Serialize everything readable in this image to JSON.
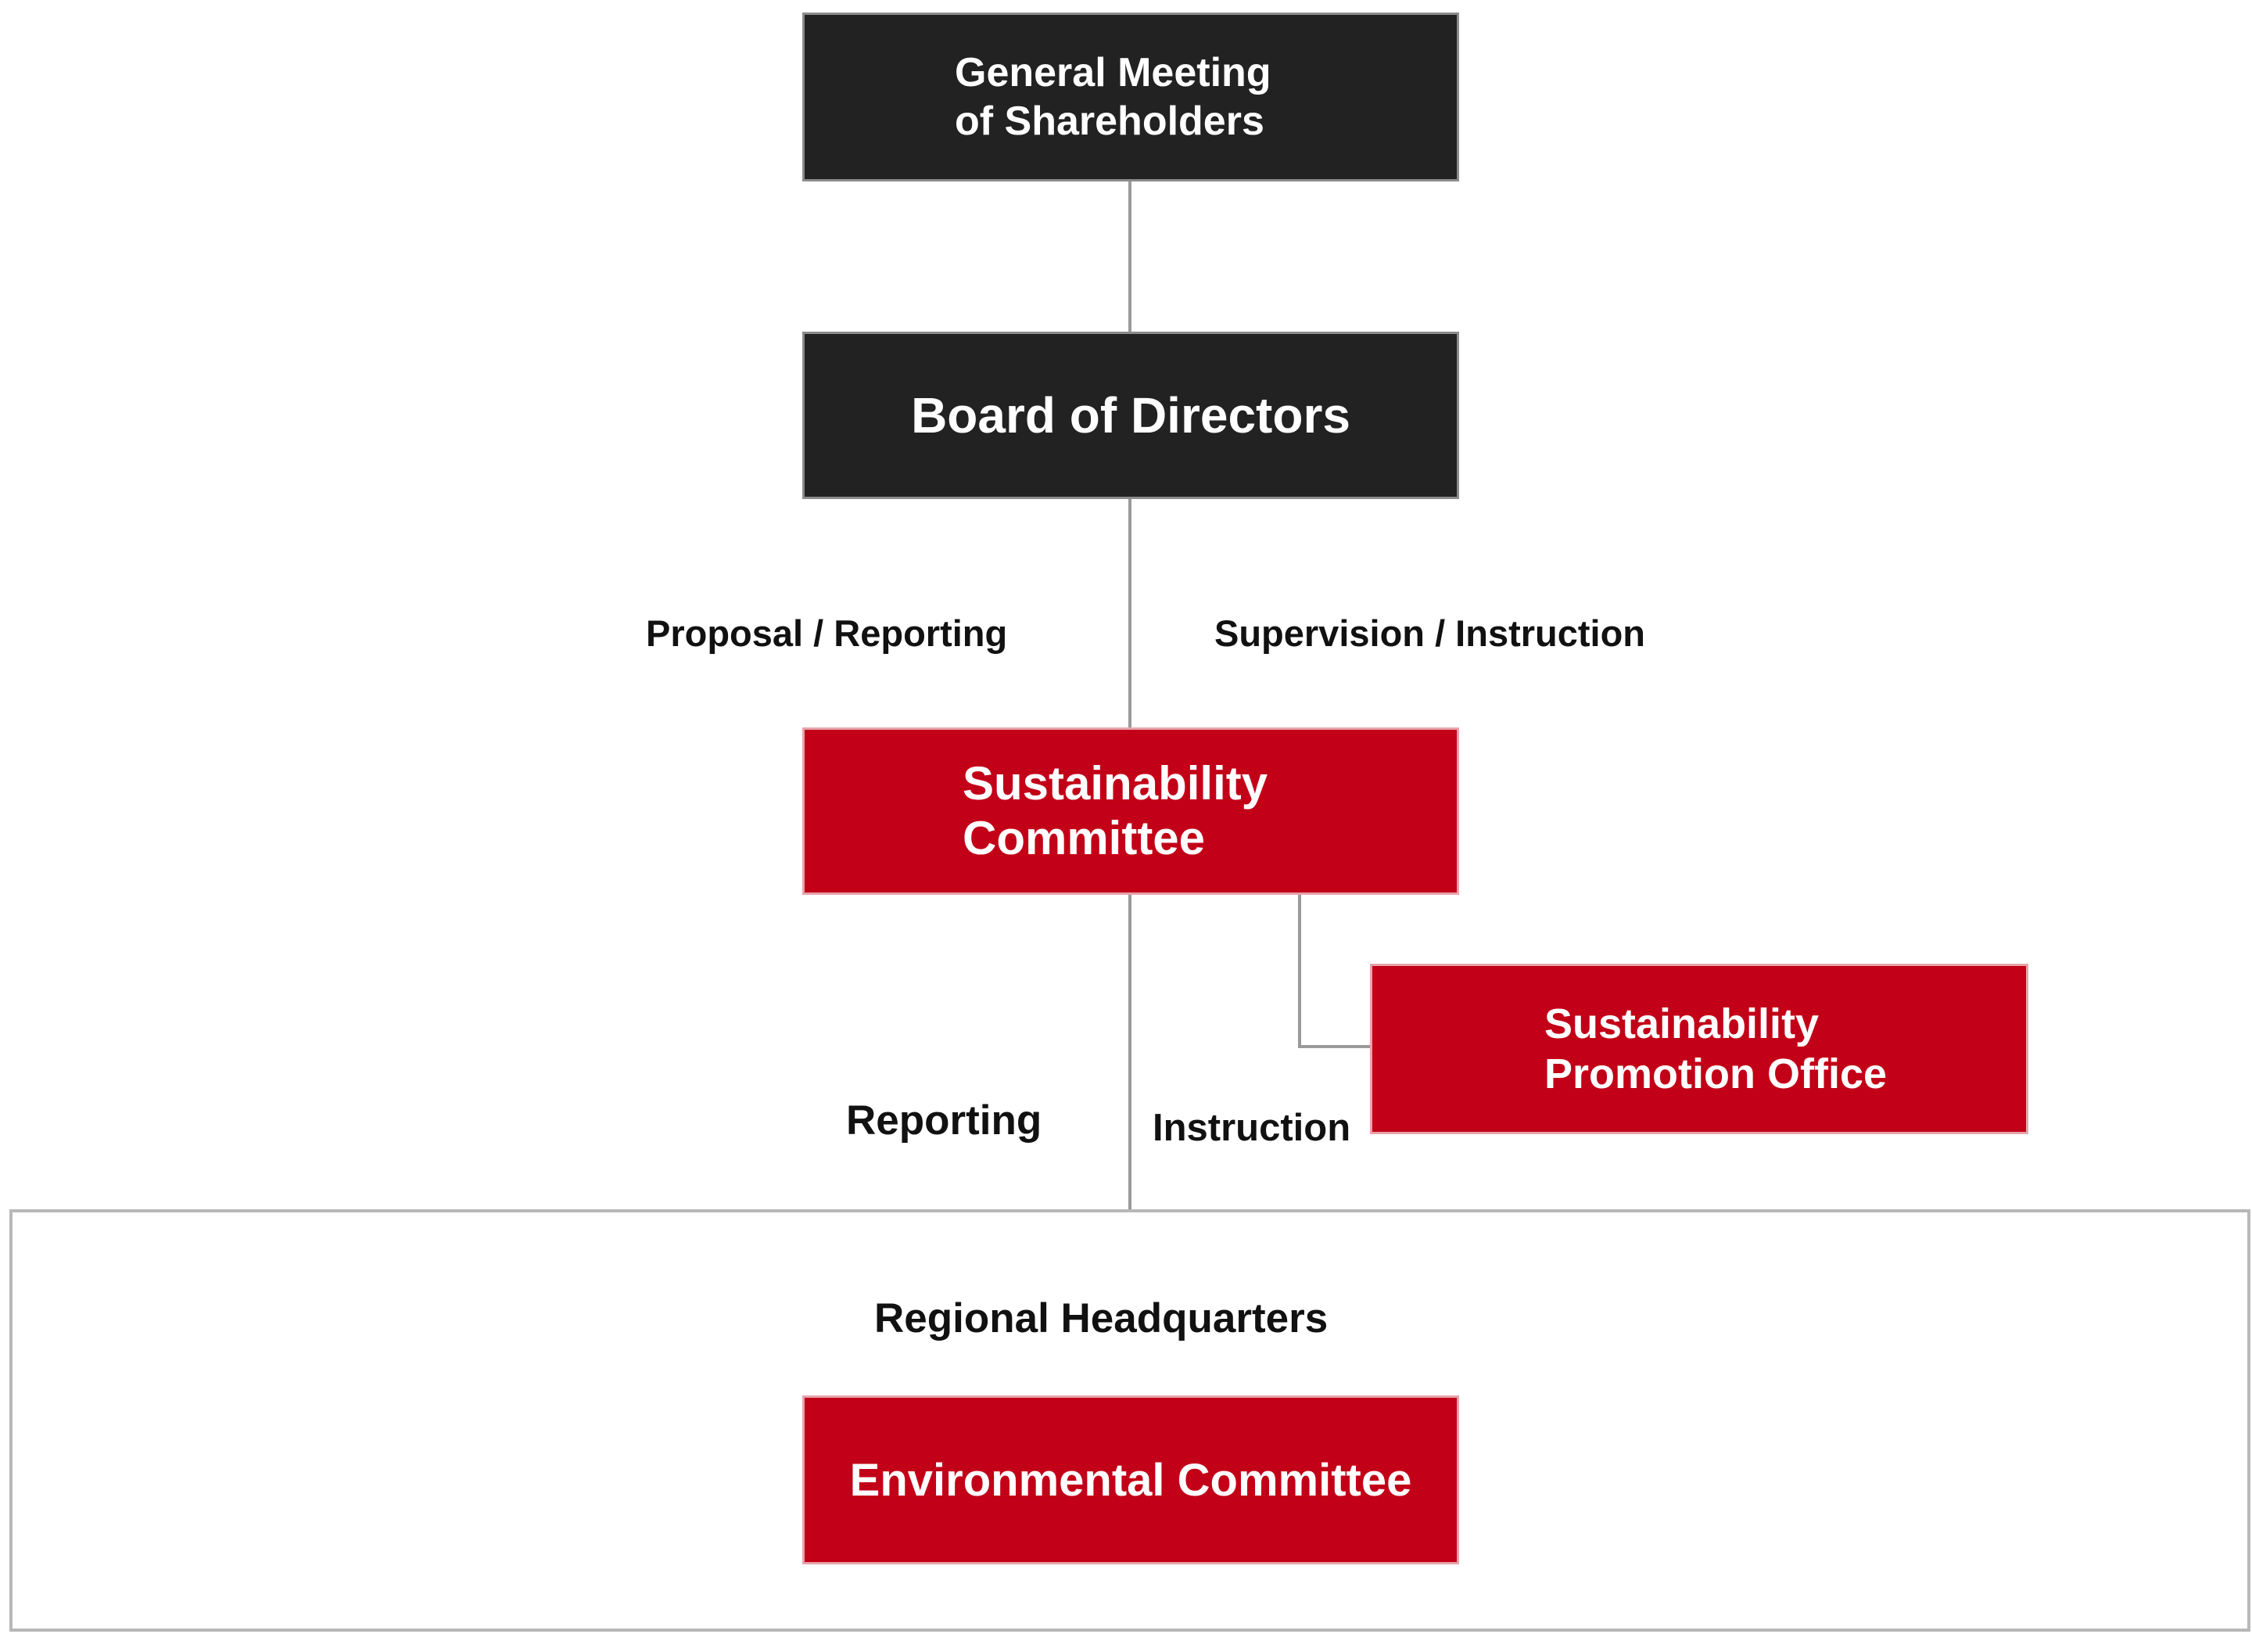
{
  "nodes": {
    "shareholders": {
      "line1": "General Meeting",
      "line2": "of Shareholders"
    },
    "board": {
      "label": "Board of Directors"
    },
    "sustainability_committee": {
      "line1": "Sustainability",
      "line2": "Committee"
    },
    "promotion_office": {
      "line1": "Sustainability",
      "line2": "Promotion Office"
    },
    "regional_hq": {
      "label": "Regional Headquarters"
    },
    "environmental_committee": {
      "label": "Environmental Committee"
    }
  },
  "edge_labels": {
    "proposal_reporting": "Proposal / Reporting",
    "supervision_instruction": "Supervision / Instruction",
    "reporting": "Reporting",
    "instruction": "Instruction"
  },
  "colors": {
    "dark_box": "#222222",
    "red_box": "#c20018",
    "connector": "#9a9a9a",
    "group_border": "#b8b8b8"
  }
}
